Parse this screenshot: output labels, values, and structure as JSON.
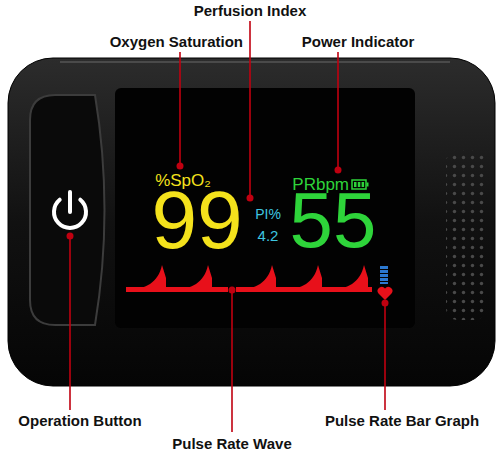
{
  "diagram": {
    "labels": [
      "Perfusion Index",
      "Oxygen Saturation",
      "Power Indicator",
      "%SpO₂",
      "99",
      "PI%",
      "4.2",
      "PRbpm",
      "55",
      "Operation Button",
      "Pulse Rate Wave",
      "Pulse Rate Bar Graph"
    ]
  }
}
